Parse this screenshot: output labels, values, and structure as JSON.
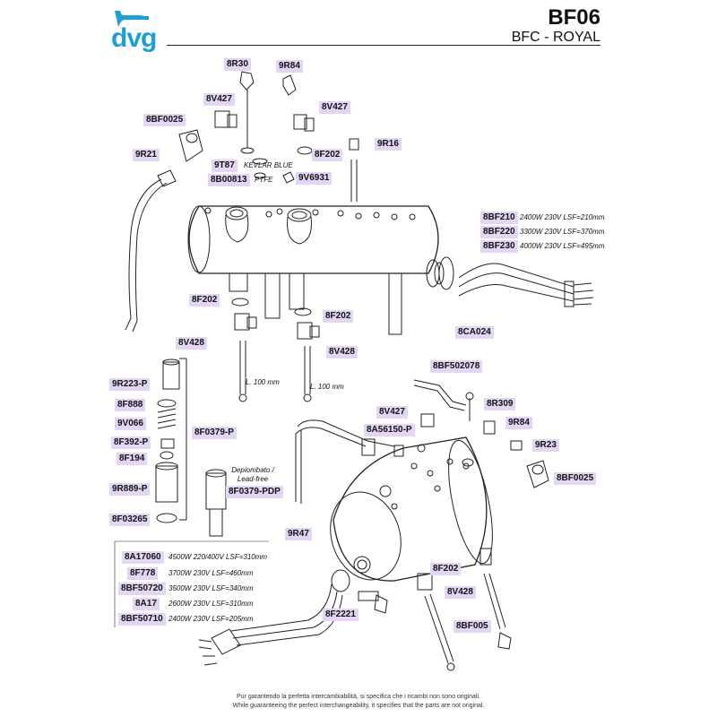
{
  "header": {
    "logo": "dvg",
    "model_code": "BF06",
    "model_name": "BFC - ROYAL"
  },
  "colors": {
    "accent": "#1d9fd3",
    "label_bg": "#e3d6f4",
    "line": "#222222"
  },
  "parts": {
    "p8R30": "8R30",
    "p9R84a": "9R84",
    "p8V427a": "8V427",
    "p8V427b": "8V427",
    "p8BF0025a": "8BF0025",
    "p9R21": "9R21",
    "p9R16": "9R16",
    "p8F202a": "8F202",
    "p9T87": "9T87",
    "p8B00813": "8B00813",
    "p9V6931": "9V6931",
    "p8BF210": "8BF210",
    "p8BF220": "8BF220",
    "p8BF230": "8BF230",
    "p8F202b": "8F202",
    "p8F202c": "8F202",
    "p8V428a": "8V428",
    "p8V428b": "8V428",
    "p8CA024": "8CA024",
    "p8BF502078": "8BF502078",
    "p8V427c": "8V427",
    "p8R309": "8R309",
    "p9R84b": "9R84",
    "p8A56150": "8A56150-P",
    "p9R23": "9R23",
    "p8BF0025b": "8BF0025",
    "p9R223": "9R223-P",
    "p8F888": "8F888",
    "p9V066": "9V066",
    "p8F392": "8F392-P",
    "p8F194": "8F194",
    "p8F0379": "8F0379-P",
    "p9R889": "9R889-P",
    "p8F0379PDP": "8F0379-PDP",
    "p8F03265": "8F03265",
    "p9R47": "9R47",
    "p8A17060": "8A17060",
    "p8F778": "8F778",
    "p8BF50720": "8BF50720",
    "p8A17": "8A17",
    "p8BF50710": "8BF50710",
    "p8F202d": "8F202",
    "p8V428c": "8V428",
    "p8F2221": "8F2221",
    "p8BF005": "8BF005"
  },
  "notes": {
    "kevlar": "KEVLAR BLUE",
    "ptfe": "PTFE",
    "bf210": "2400W 230V LSF=210mm",
    "bf220": "3300W 230V LSF=370mm",
    "bf230": "4000W 230V LSF=495mm",
    "l100a": "L. 100 mm",
    "l100b": "L. 100 mm",
    "depiombato": "Depiombato /\nLead-free",
    "a17060": "4500W 220/400V LSF=310mm",
    "f778": "3700W 230V LSF=460mm",
    "bf50720": "3500W 230V LSF=340mm",
    "a17": "2600W 230V LSF=310mm",
    "bf50710": "2400W 230V LSF=205mm"
  },
  "footer": {
    "line1": "Pur garantendo la perfetta intercambiabilità, si specifica che i ricambi non sono originali.",
    "line2": "While guaranteeing the perfect interchangeability, it specifies that the parts are not original."
  }
}
